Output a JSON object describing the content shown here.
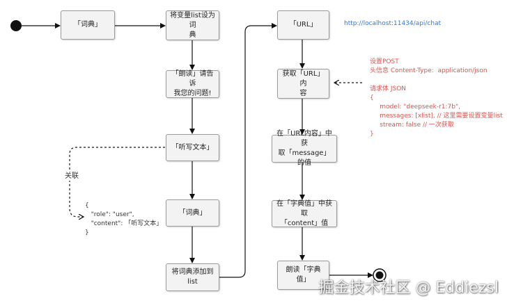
{
  "nodes": {
    "dict_1": "「词典」",
    "set_list": "将变量list设为词\n典",
    "read_aloud_prompt": "「朗读」请告诉\n我您的问题!",
    "dictation_text": "「听写文本」",
    "dict_2": "「词典」",
    "add_to_list": "将词典添加到list",
    "url": "「URL」",
    "get_url_content": "获取「URL」内\n容",
    "get_message": "在「URL内容」中获\n取「message」的值",
    "get_content": "在「字典值」中获取\n「content」值",
    "read_dict": "朗读「字典值」"
  },
  "url_text": "http://localhost:11434/api/chat",
  "link_label": "关联",
  "json_note": "{\n   \"role\": \"user\",\n   \"content\": 「听写文本」\n}",
  "request_note": "设置POST\n头信息 Content-Type:  application/json\n\n请求体 JSON\n{\n     model: \"deepseek-r1:7b\",\n     messages: [xlist], // 这里需要设置变量list\n     stream: false // 一次获取\n}",
  "watermark": "掘金技术社区 @ Eddiezsl",
  "colors": {
    "request_note": "#d9534f",
    "url": "#2f7ad8",
    "edge": "#111111"
  }
}
